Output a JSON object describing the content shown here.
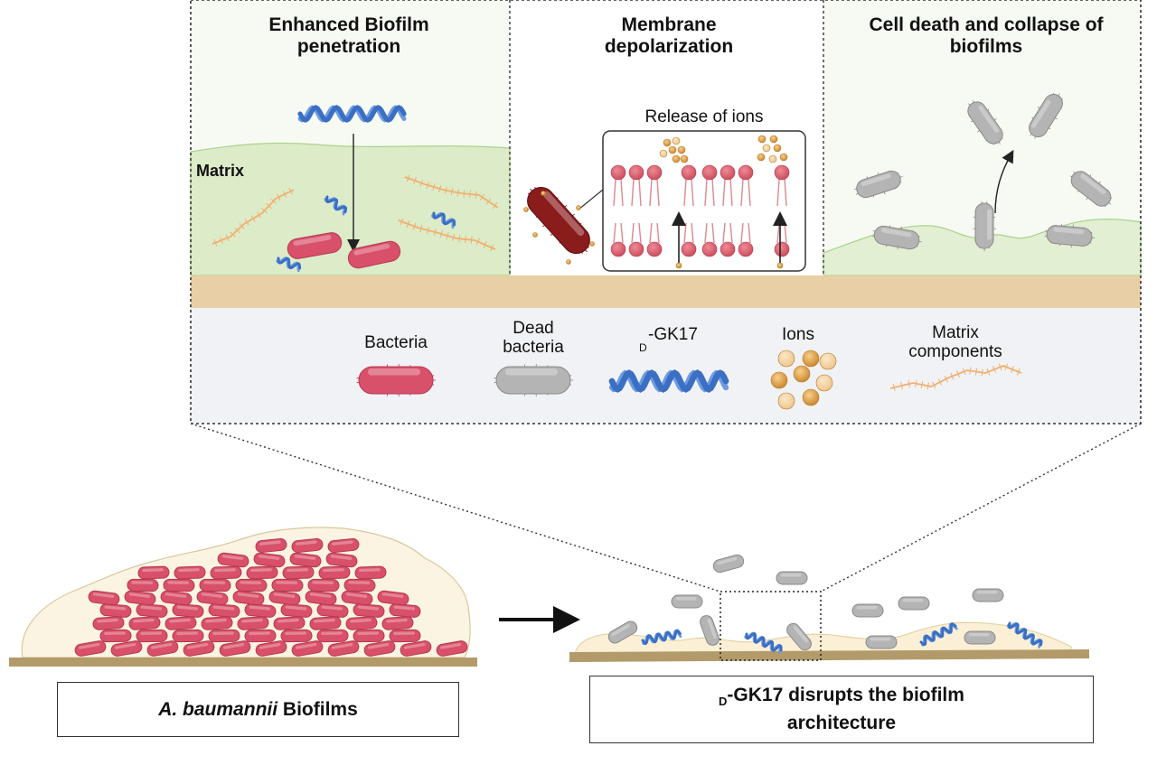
{
  "panels": {
    "penetration": {
      "title_line1": "Enhanced Biofilm",
      "title_line2": "penetration",
      "matrix_label": "Matrix"
    },
    "depolarization": {
      "title_line1": "Membrane",
      "title_line2": "depolarization",
      "ions_label": "Release of ions"
    },
    "collapse": {
      "title_line1": "Cell death and collapse of",
      "title_line2": "biofilms"
    }
  },
  "legend": {
    "bacteria": "Bacteria",
    "dead_line1": "Dead",
    "dead_line2": "bacteria",
    "peptide_sub": "D",
    "peptide_main": "-GK17",
    "ions": "Ions",
    "matrix_line1": "Matrix",
    "matrix_line2": "components"
  },
  "captions": {
    "left_italic": "A. baumannii",
    "left_rest": " Biofilms",
    "right_sub": "D",
    "right_line1": "-GK17 disrupts the biofilm",
    "right_line2": "architecture"
  },
  "colors": {
    "bacteria": "#d9506b",
    "dead_bacteria": "#b4b4b4",
    "peptide": "#3a6fc4",
    "ion": "#d99a3a",
    "matrix_fiber": "#f0b070",
    "matrix_gel": "#dcebc8",
    "substrate": "#e9cfa6",
    "ground": "#b39a6a",
    "damaged_cell": "#8a1c1c"
  }
}
